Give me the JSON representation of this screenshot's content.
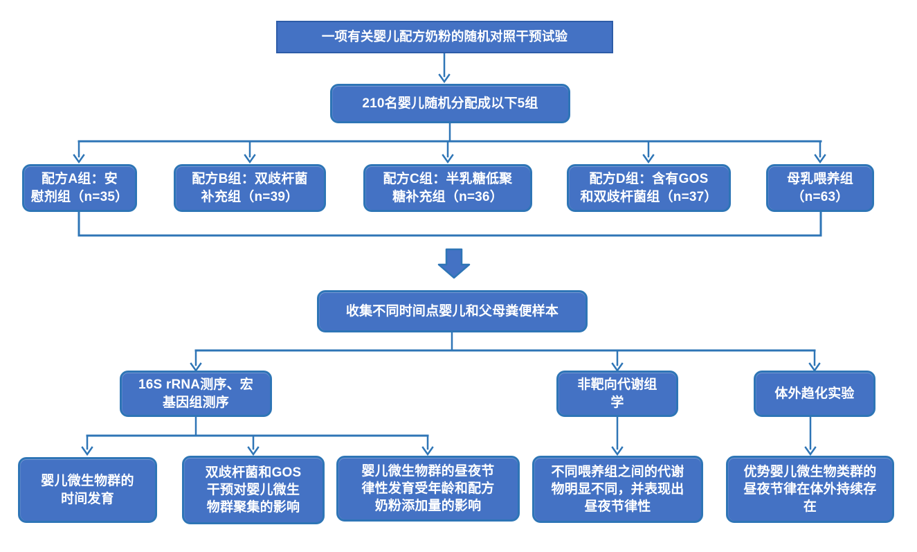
{
  "diagram": {
    "type": "flowchart",
    "colors": {
      "node_fill": "#4472C4",
      "node_border": "#2E75B6",
      "connector": "#2E75B6",
      "text": "#FFFFFF",
      "background": "#FFFFFF"
    },
    "nodes": {
      "title": "一项有关婴儿配方奶粉的随机对照干预试验",
      "randomization": "210名婴儿随机分配成以下5组",
      "groups": [
        "配方A组：安\n慰剂组（n=35）",
        "配方B组：双歧杆菌\n补充组（n=39）",
        "配方C组：半乳糖低聚\n糖补充组（n=36）",
        "配方D组：含有GOS\n和双歧杆菌组（n=37）",
        "母乳喂养组\n（n=63）"
      ],
      "sample_collection": "收集不同时间点婴儿和父母粪便样本",
      "methods": [
        "16S rRNA测序、宏\n基因组测序",
        "非靶向代谢组\n学",
        "体外趋化实验"
      ],
      "findings": [
        "婴儿微生物群的\n时间发育",
        "双歧杆菌和GOS\n干预对婴儿微生\n物群聚集的影响",
        "婴儿微生物群的昼夜节\n律性发育受年龄和配方\n奶粉添加量的影响",
        "不同喂养组之间的代谢\n物明显不同，并表现出\n昼夜节律性",
        "优势婴儿微生物类群的\n昼夜节律在体外持续存\n在"
      ]
    }
  }
}
